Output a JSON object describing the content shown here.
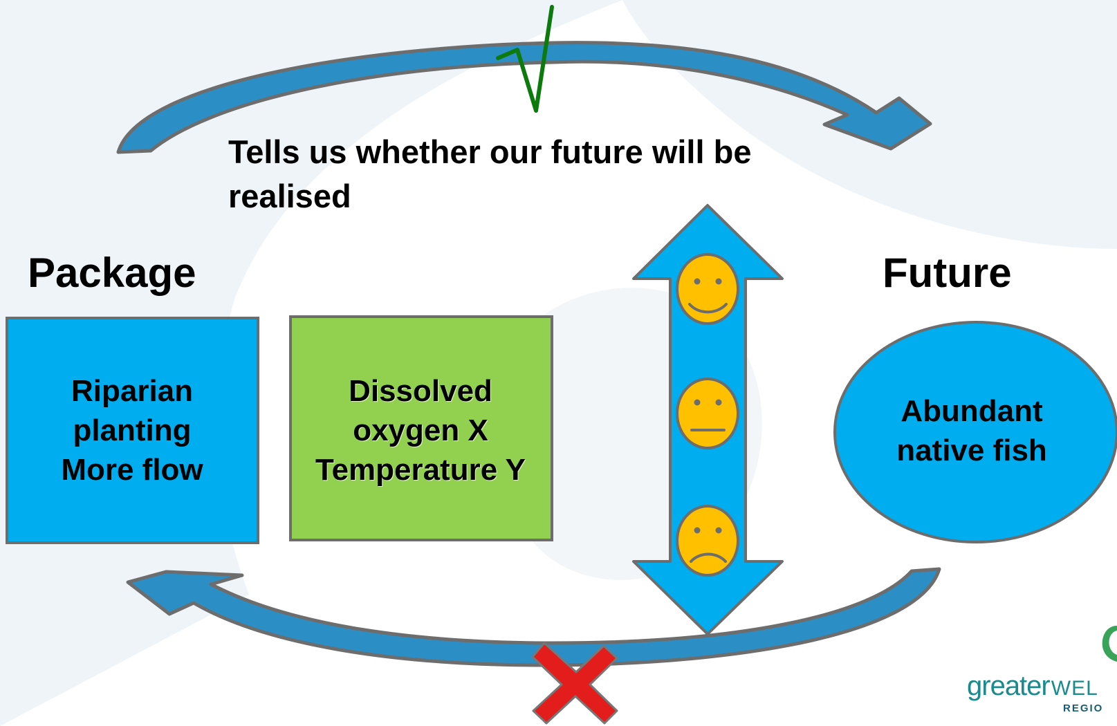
{
  "title_line1": "Tells us whether our future will be",
  "title_line2": "realised",
  "package_heading": "Package",
  "future_heading": "Future",
  "blue_box": {
    "line1": "Riparian",
    "line2": "planting",
    "line3": "More flow"
  },
  "green_box": {
    "line1": "Dissolved",
    "line2": "oxygen X",
    "line3": "Temperature Y"
  },
  "future_circle": {
    "line1": "Abundant",
    "line2": "native fish"
  },
  "logo": {
    "word1": "greater",
    "word2": "WEL",
    "word3": "REGIO"
  },
  "icons": [
    "check-mark-icon",
    "cross-mark-icon",
    "happy-face-icon",
    "neutral-face-icon",
    "sad-face-icon",
    "logo-swirl-icon"
  ],
  "colors": {
    "blue": "#00adef",
    "green": "#92d050",
    "face": "#ffc000",
    "check": "#0d7a0d",
    "cross": "#e31c1c",
    "outline": "#6d6d6d"
  }
}
